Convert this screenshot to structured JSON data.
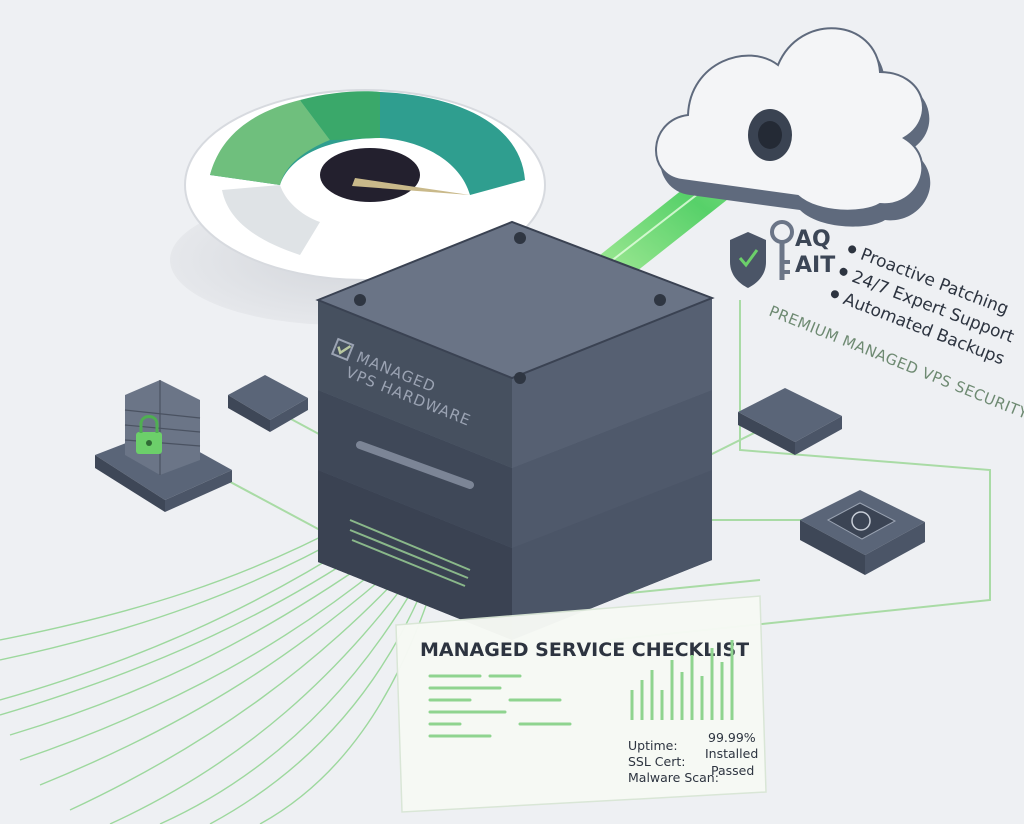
{
  "server": {
    "line1": "MANAGED",
    "line2": "VPS HARDWARE"
  },
  "brand": {
    "line1": "AQ",
    "line2": "AIT"
  },
  "features": {
    "items": [
      "Proactive Patching",
      "24/7 Expert Support",
      "Automated Backups"
    ],
    "tagline": "PREMIUM MANAGED VPS SECURITY"
  },
  "checklist": {
    "title": "MANAGED SERVICE CHECKLIST",
    "stats": [
      {
        "label": "Uptime:",
        "value": "99.99%"
      },
      {
        "label": "SSL Cert:",
        "value": "Installed"
      },
      {
        "label": "Malware Scan:",
        "value": "Passed"
      }
    ]
  },
  "icons": [
    "cloud-icon",
    "speed-gauge-icon",
    "shield-check-icon",
    "key-icon",
    "firewall-padlock-icon",
    "brain-chip-icon",
    "checkbox-icon"
  ],
  "colors": {
    "accent_green": "#5bc86e",
    "teal": "#2f9e8f",
    "server_dark": "#4b5567"
  }
}
